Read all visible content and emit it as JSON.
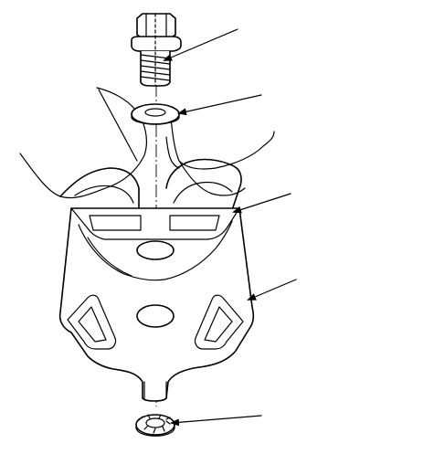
{
  "diagram": {
    "colors": {
      "ink": "#000000",
      "paper": "#ffffff"
    },
    "parts": [
      {
        "id": "flange-bolt",
        "icon": "hex-flange-bolt-icon"
      },
      {
        "id": "flat-washer",
        "icon": "washer-icon"
      },
      {
        "id": "mounting-bracket",
        "icon": "bracket-icon"
      },
      {
        "id": "rubber-mount",
        "icon": "rubber-mount-icon"
      },
      {
        "id": "toothed-washer-nut",
        "icon": "toothed-washer-icon"
      }
    ]
  }
}
